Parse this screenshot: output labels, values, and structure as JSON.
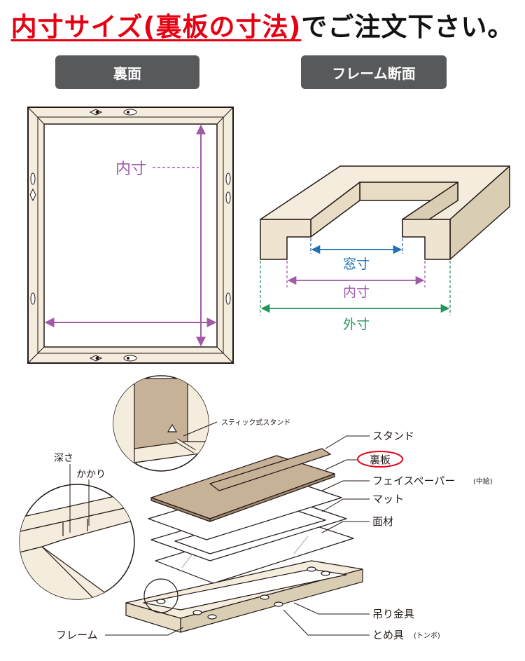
{
  "header": {
    "title_red": "内寸サイズ(裏板の寸法)",
    "title_black": "でご注文下さい。"
  },
  "sections": {
    "back_label": "裏面",
    "cross_section_label": "フレーム断面"
  },
  "back_view": {
    "inner_label": "内寸"
  },
  "cross_section": {
    "window_label": "窓寸",
    "inner_label": "内寸",
    "outer_label": "外寸"
  },
  "exploded": {
    "stick_stand_label": "スティック式スタンド",
    "depth_label": "深さ",
    "catch_label": "かかり",
    "frame_label": "フレーム",
    "parts": [
      {
        "label": "スタンド",
        "note": ""
      },
      {
        "label": "裏板",
        "note": ""
      },
      {
        "label": "フェイスペーパー",
        "note": "(中絵)"
      },
      {
        "label": "マット",
        "note": ""
      },
      {
        "label": "面材",
        "note": ""
      },
      {
        "label": "吊り金具",
        "note": ""
      },
      {
        "label": "とめ具",
        "note": "(トンボ)"
      }
    ]
  },
  "colors": {
    "frame_fill": "#f4ecdc",
    "frame_dark": "#d9cdb4",
    "outline": "#231815",
    "highlight_red": "#e60012",
    "inner_purple": "#a05aa8",
    "window_blue": "#1d6fb8",
    "outer_green": "#22965a",
    "pill_gray": "#58595b",
    "board_brown": "#c7b197"
  }
}
